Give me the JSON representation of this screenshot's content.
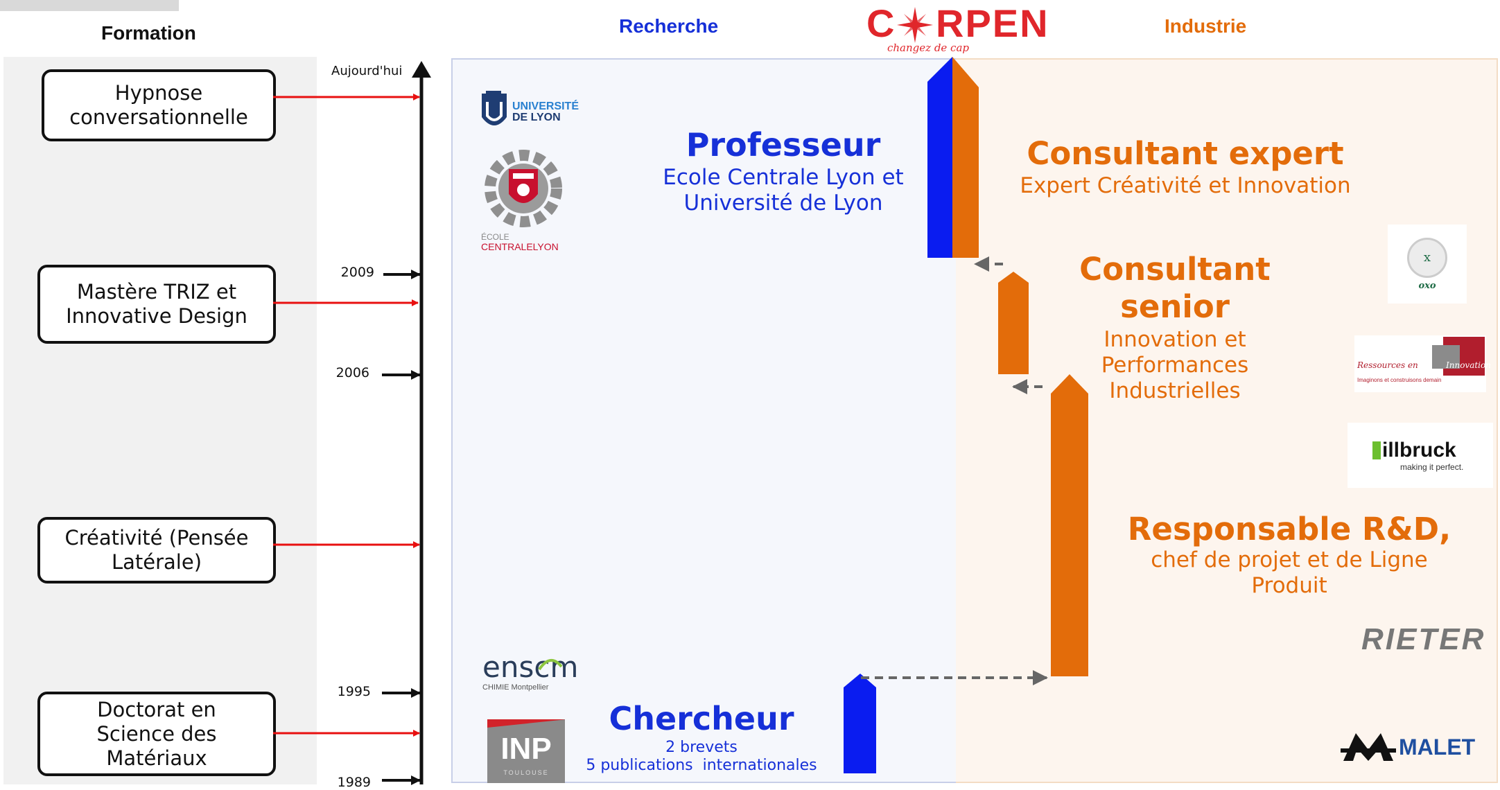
{
  "headers": {
    "formation": "Formation",
    "recherche": "Recherche",
    "industrie": "Industrie"
  },
  "corpen": {
    "logo_text": "CORPEN",
    "tagline": "changez de cap"
  },
  "timeline": {
    "top_label": "Aujourd'hui",
    "years": [
      "2009",
      "2006",
      "1995",
      "1989"
    ]
  },
  "formation": [
    {
      "label": "Hypnose\nconversationnelle"
    },
    {
      "label": "Mastère TRIZ et\nInnovative Design"
    },
    {
      "label": "Créativité (Pensée\nLatérale)"
    },
    {
      "label": "Doctorat en\nScience des\nMatériaux"
    }
  ],
  "recherche": {
    "professeur": {
      "title": "Professeur",
      "line1": "Ecole Centrale Lyon et",
      "line2": "Université de Lyon"
    },
    "chercheur": {
      "title": "Chercheur",
      "line1": "2 brevets",
      "line2": "5 publications  internationales"
    }
  },
  "industrie": {
    "consultant_expert": {
      "title": "Consultant expert",
      "sub": "Expert Créativité et Innovation"
    },
    "consultant_senior": {
      "title1": "Consultant",
      "title2": "senior",
      "sub1": "Innovation et",
      "sub2": "Performances",
      "sub3": "Industrielles"
    },
    "responsable": {
      "title": "Responsable R&D,",
      "sub1": "chef de projet et de Ligne",
      "sub2": "Produit"
    }
  },
  "logos": {
    "univ_lyon_1": "UNIVERSITÉ",
    "univ_lyon_2": "DE LYON",
    "ecole_1": "ÉCOLE",
    "ecole_2": "CENTRALELYON",
    "ensc": "ensc",
    "ensc_m": "m",
    "ensc_sub": "CHIMIE Montpellier",
    "inp": "INP",
    "inp_sub": "TOULOUSE",
    "oxo": "oxo",
    "oxo_x": "x",
    "ressources_1": "Ressources en",
    "ressources_2": "Innovation",
    "ressources_3": "Imaginons et construisons demain",
    "illbruck": "illbruck",
    "illbruck_sub": "making it perfect.",
    "rieter": "RIETER",
    "malet": "MALET"
  },
  "colors": {
    "blue": "#0a1cf0",
    "orange": "#e36c0a",
    "red_arrow": "#e81010",
    "corpen_red": "#e0262b"
  }
}
